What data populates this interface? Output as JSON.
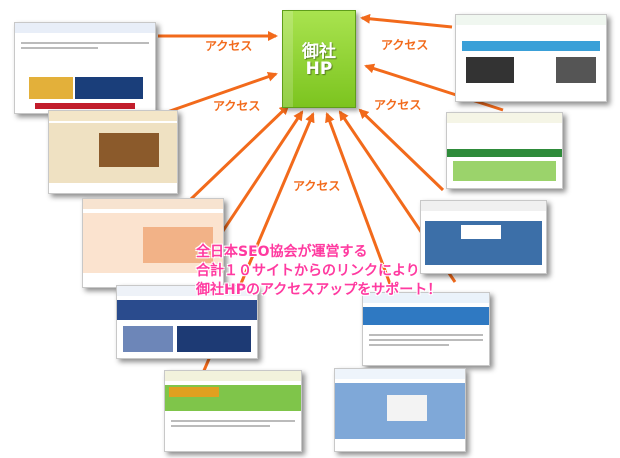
{
  "hub": {
    "line1": "御社",
    "line2": "HP"
  },
  "access_label": "アクセス",
  "callout": {
    "line1": "全日本SEO協会が運営する",
    "line2": "合計１０サイトからのリンクにより",
    "line3": "御社HPのアクセスアップをサポート！"
  },
  "colors": {
    "arrow": "#f26a1b",
    "hub": "#8ccf2a",
    "callout": "#ff3aa0"
  },
  "sites": [
    "site-thumbnail-1",
    "site-thumbnail-2",
    "site-thumbnail-3",
    "site-thumbnail-4",
    "site-thumbnail-5",
    "site-thumbnail-6",
    "site-thumbnail-7",
    "site-thumbnail-8",
    "site-thumbnail-9",
    "site-thumbnail-10"
  ]
}
